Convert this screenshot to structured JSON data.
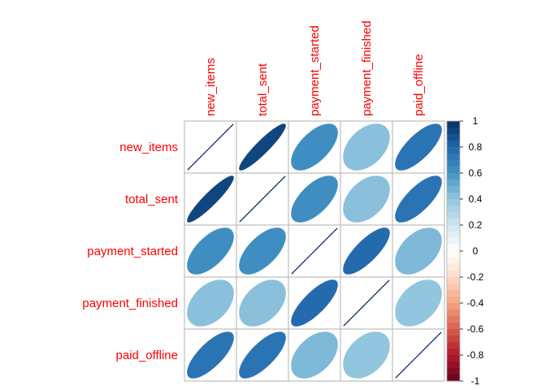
{
  "chart_data": {
    "type": "heatmap",
    "method": "ellipse",
    "variables": [
      "new_items",
      "total_sent",
      "payment_started",
      "payment_finished",
      "paid_offline"
    ],
    "matrix": [
      [
        1.0,
        0.92,
        0.62,
        0.42,
        0.74
      ],
      [
        0.92,
        1.0,
        0.62,
        0.42,
        0.74
      ],
      [
        0.62,
        0.62,
        1.0,
        0.78,
        0.45
      ],
      [
        0.42,
        0.42,
        0.78,
        1.0,
        0.4
      ],
      [
        0.74,
        0.74,
        0.45,
        0.4,
        1.0
      ]
    ],
    "colorbar": {
      "range": [
        -1,
        1
      ],
      "ticks": [
        "1",
        "0.8",
        "0.6",
        "0.4",
        "0.2",
        "0",
        "-0.2",
        "-0.4",
        "-0.6",
        "-0.8",
        "-1"
      ],
      "colors": [
        "#67001F",
        "#B2182B",
        "#D6604D",
        "#F4A582",
        "#FDDBC7",
        "#FFFFFF",
        "#D1E5F0",
        "#92C5DE",
        "#4393C3",
        "#2166AC",
        "#053061"
      ]
    },
    "label_color": "#FF0000",
    "grid": true
  }
}
